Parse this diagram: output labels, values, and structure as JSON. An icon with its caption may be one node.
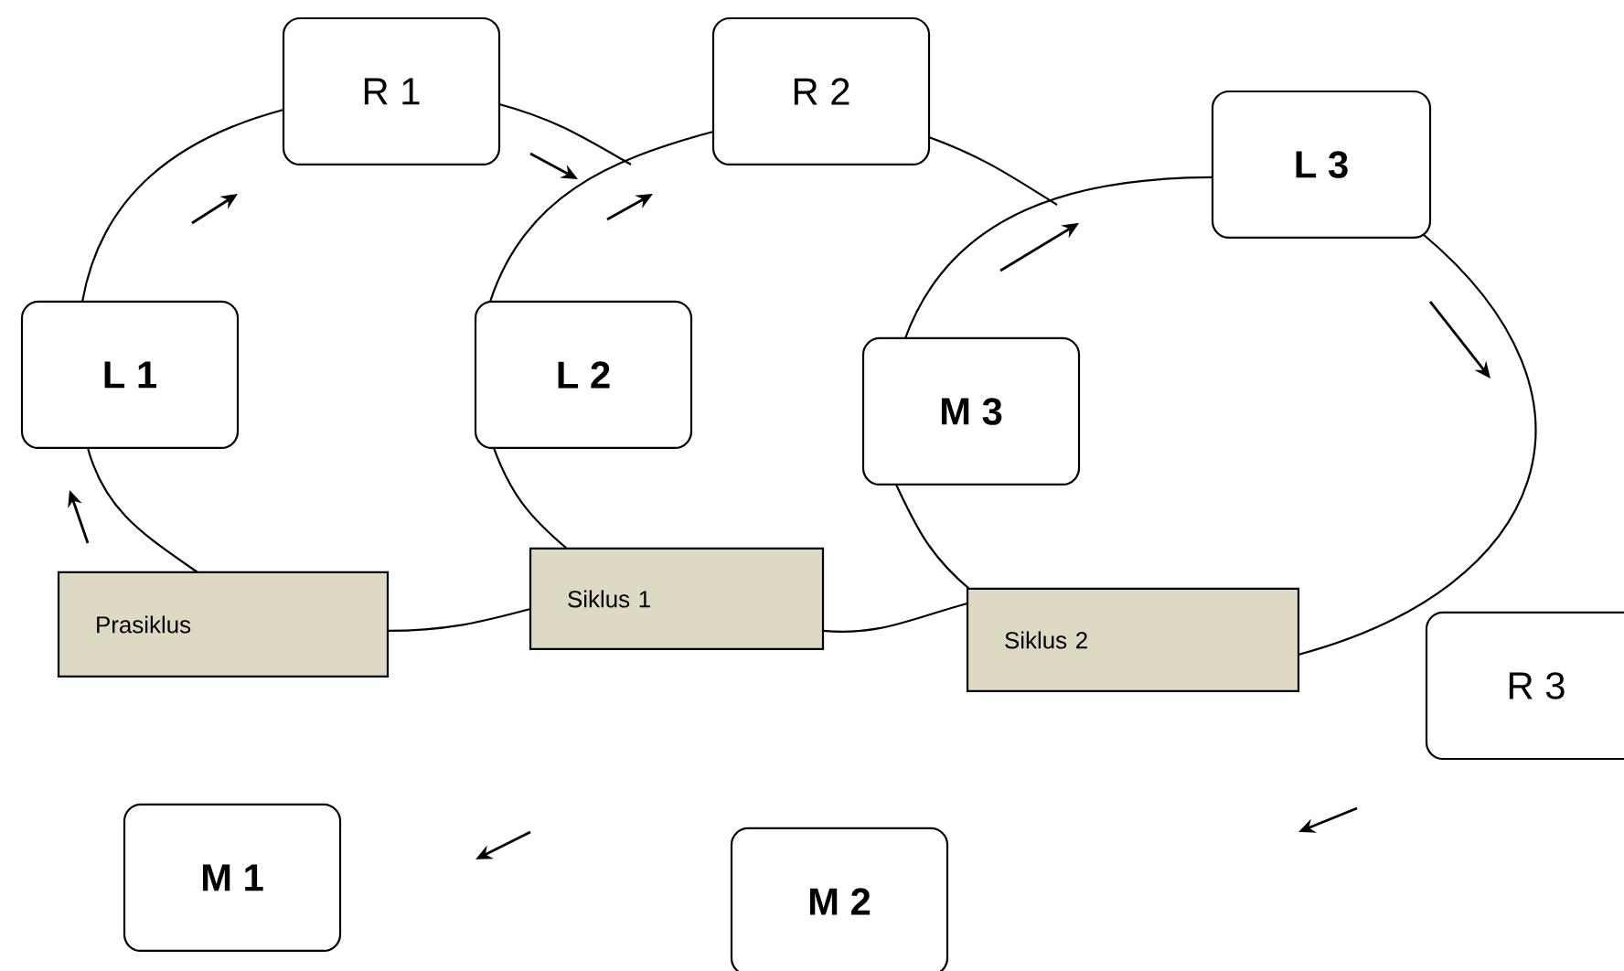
{
  "diagram": {
    "nodes": [
      {
        "text": [
          "R 1"
        ]
      },
      {
        "text": [
          "R 2"
        ]
      },
      {
        "text": [
          "L 3"
        ]
      },
      {
        "text": [
          "L 1"
        ]
      },
      {
        "text": [
          "L 2"
        ]
      },
      {
        "text": [
          "M 3"
        ]
      },
      {
        "text": [
          "Prasiklus"
        ]
      },
      {
        "text": [
          "Siklus 1"
        ]
      },
      {
        "text": [
          "Siklus 2"
        ]
      },
      {
        "text": [
          "R 3"
        ]
      },
      {
        "text": [
          "M 1"
        ]
      },
      {
        "text": [
          "M 2"
        ]
      }
    ],
    "edges": [
      {
        "from": 6,
        "to": 3,
        "arrow": "none"
      },
      {
        "from": 3,
        "to": 0,
        "arrow": "none"
      },
      {
        "from": 0,
        "to": null,
        "arrow": "none"
      },
      {
        "from": 6,
        "to": 7,
        "arrow": "none"
      },
      {
        "from": 7,
        "to": 4,
        "arrow": "none"
      },
      {
        "from": 4,
        "to": 1,
        "arrow": "none"
      },
      {
        "from": 1,
        "to": null,
        "arrow": "none"
      },
      {
        "from": 7,
        "to": 8,
        "arrow": "none"
      },
      {
        "from": 8,
        "to": 5,
        "arrow": "none"
      },
      {
        "from": 5,
        "to": 2,
        "arrow": "none"
      },
      {
        "from": 2,
        "to": 8,
        "arrow": "none"
      }
    ]
  }
}
